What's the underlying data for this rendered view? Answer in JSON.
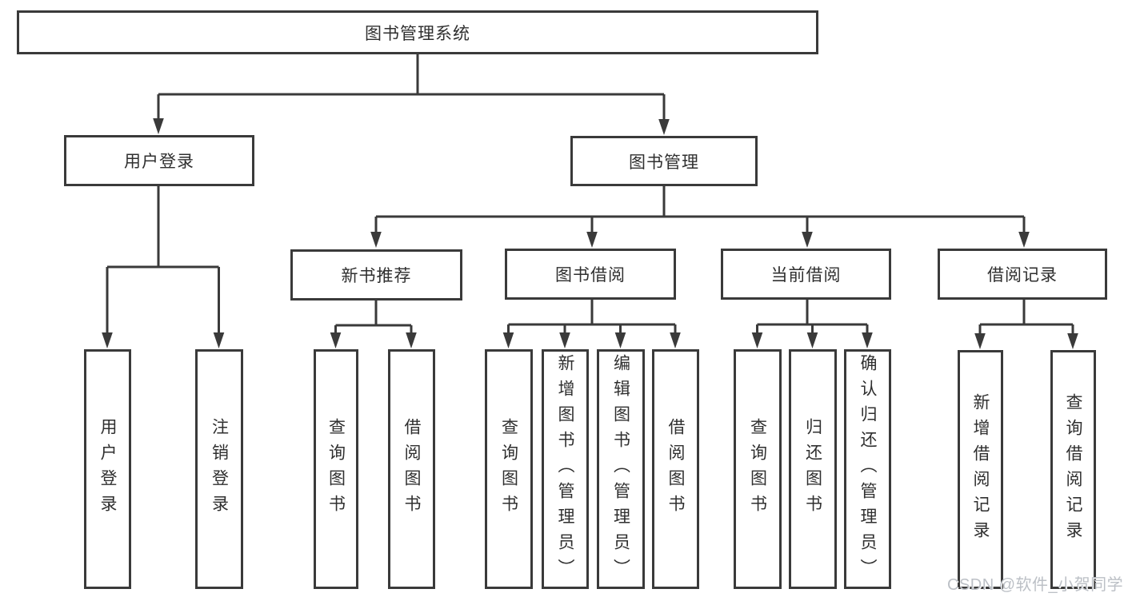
{
  "colors": {
    "line": "#3a3a3a",
    "text": "#2f2f2f",
    "box_bg": "#ffffff",
    "watermark": "#bcc0c6"
  },
  "tree": {
    "label": "图书管理系统",
    "children": [
      {
        "label": "用户登录",
        "children": [
          {
            "label": "用户登录"
          },
          {
            "label": "注销登录"
          }
        ]
      },
      {
        "label": "图书管理",
        "children": [
          {
            "label": "新书推荐",
            "children": [
              {
                "label": "查询图书"
              },
              {
                "label": "借阅图书"
              }
            ]
          },
          {
            "label": "图书借阅",
            "children": [
              {
                "label": "查询图书"
              },
              {
                "label": "新增图书（管理员）"
              },
              {
                "label": "编辑图书（管理员）"
              },
              {
                "label": "借阅图书"
              }
            ]
          },
          {
            "label": "当前借阅",
            "children": [
              {
                "label": "查询图书"
              },
              {
                "label": "归还图书"
              },
              {
                "label": "确认归还（管理员）"
              }
            ]
          },
          {
            "label": "借阅记录",
            "children": [
              {
                "label": "新增借阅记录"
              },
              {
                "label": "查询借阅记录"
              }
            ]
          }
        ]
      }
    ]
  },
  "watermark": {
    "text": "CSDN @软件_小贺同学"
  }
}
